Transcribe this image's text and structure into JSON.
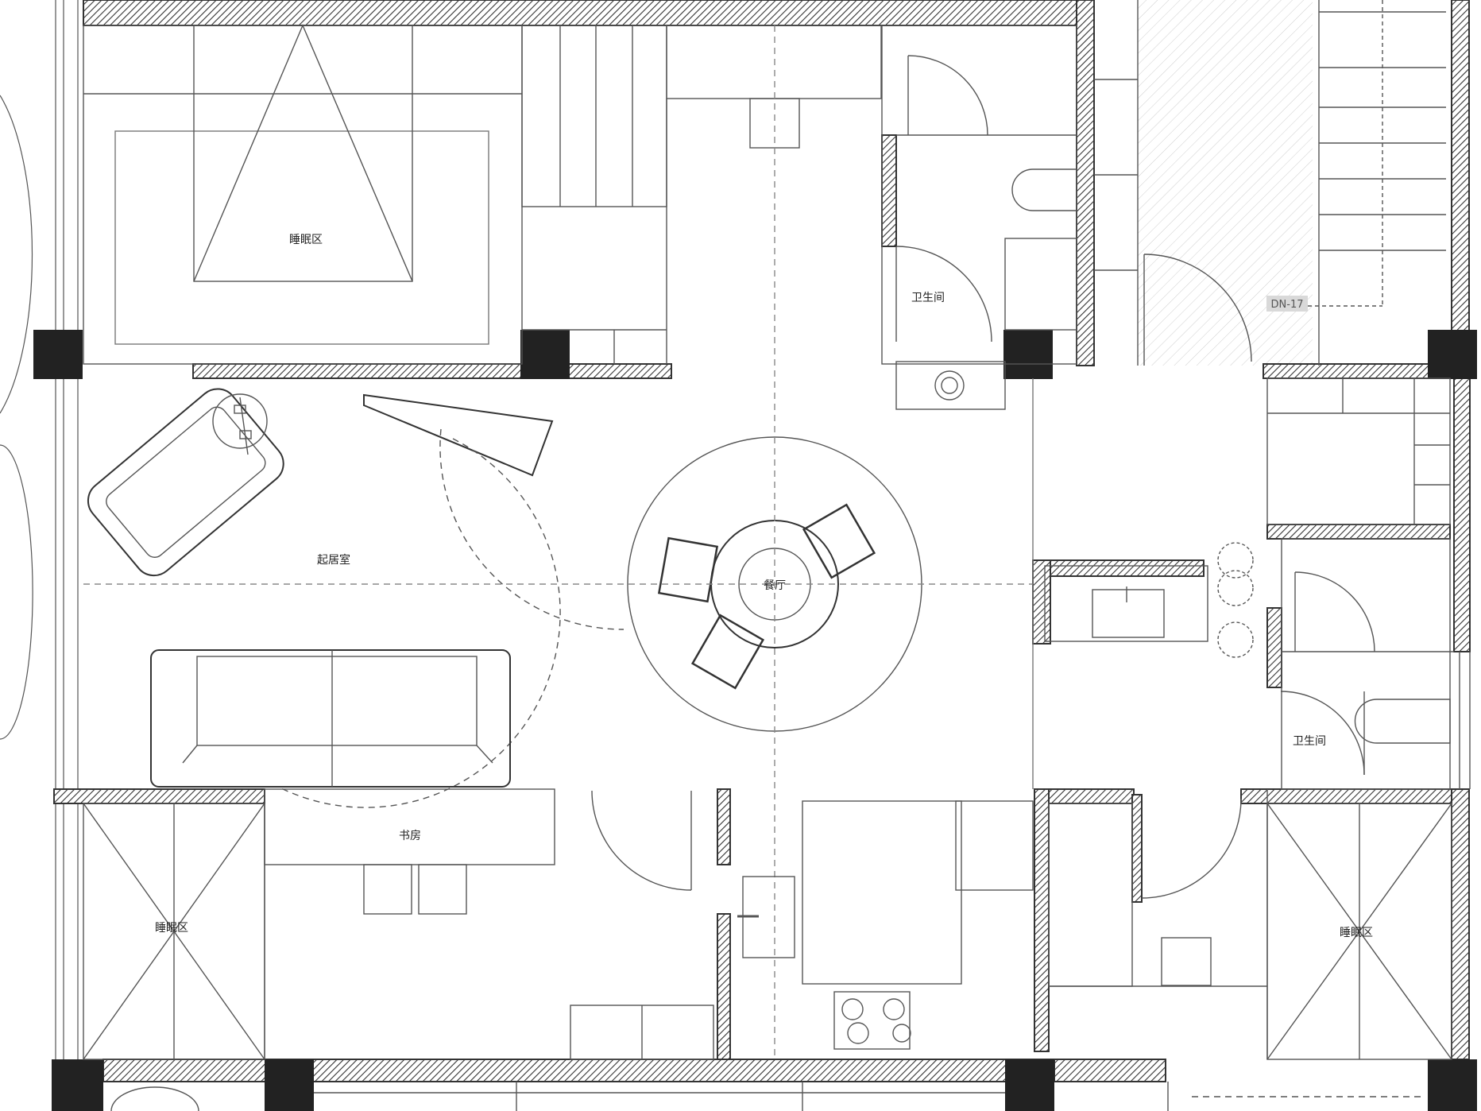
{
  "floor_plan": {
    "rooms": {
      "bedroom_top_left": "睡眠区",
      "bathroom_top": "卫生间",
      "living_room": "起居室",
      "dining_room": "餐厅",
      "bathroom_right": "卫生间",
      "study": "书房",
      "bedroom_bottom_left": "睡眠区",
      "bedroom_bottom_right": "睡眠区"
    },
    "stair_tag": "DN-17",
    "colors": {
      "wall": "#333333",
      "column": "#222222",
      "line": "#555555",
      "background": "#ffffff"
    }
  }
}
